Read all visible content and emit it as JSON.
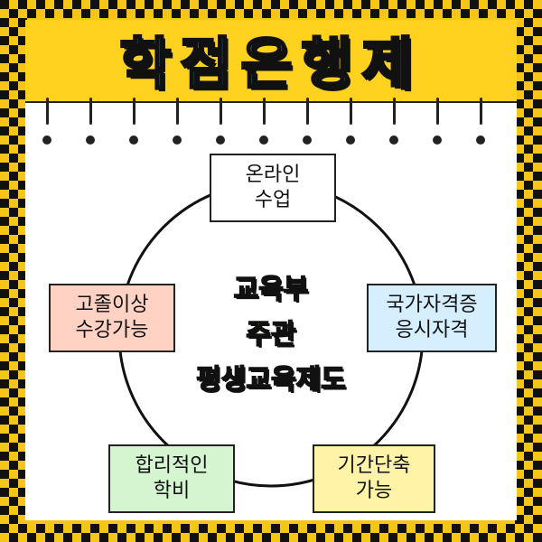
{
  "title": "학점은행제",
  "center": {
    "lines": [
      "교육부",
      "주관",
      "평생교육제도"
    ]
  },
  "nodes": [
    {
      "id": "top",
      "lines": [
        "온라인",
        "수업"
      ],
      "fill": "#ffffff"
    },
    {
      "id": "right",
      "lines": [
        "국가자격증",
        "응시자격"
      ],
      "fill": "#d6efff"
    },
    {
      "id": "bottom-right",
      "lines": [
        "기간단축",
        "가능"
      ],
      "fill": "#fff3a8"
    },
    {
      "id": "bottom-left",
      "lines": [
        "합리적인",
        "학비"
      ],
      "fill": "#d4f5d0"
    },
    {
      "id": "left",
      "lines": [
        "고졸이상",
        "수강가능"
      ],
      "fill": "#ffd2c4"
    }
  ],
  "colors": {
    "banner": "#ffd21f",
    "checker_dark": "#111111",
    "checker_light": "#f5c518",
    "title_fill": "#4fc3f7",
    "center_text": "#ffc61a"
  }
}
